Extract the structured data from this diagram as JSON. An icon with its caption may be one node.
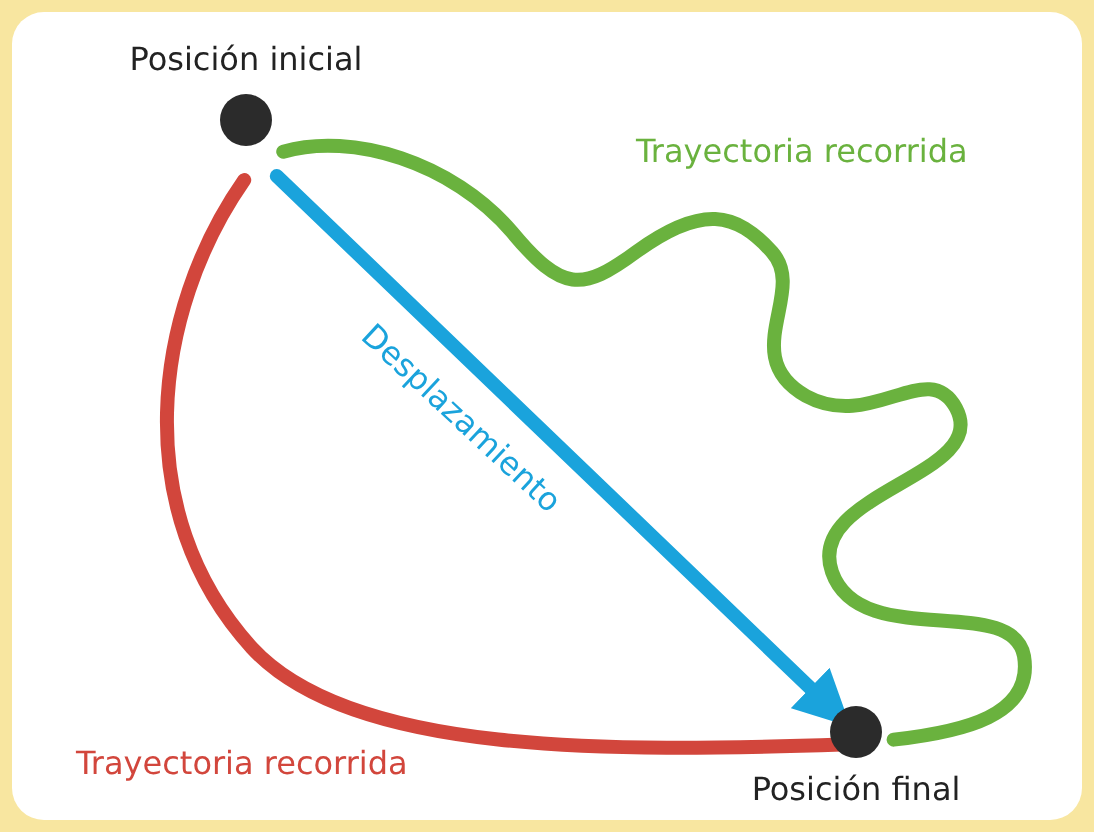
{
  "diagram": {
    "nodes": [
      {
        "text": [
          "Posición inicial"
        ]
      },
      {
        "text": [
          "Posición final"
        ]
      }
    ],
    "edges": [
      {
        "from": 0,
        "to": 1,
        "arrow": "to",
        "label": "Desplazamiento",
        "color": "#1aa3dc"
      },
      {
        "from": 0,
        "to": 1,
        "arrow": "none",
        "label": "Trayectoria recorrida",
        "color": "#6ab23e"
      },
      {
        "from": 0,
        "to": 1,
        "arrow": "none",
        "label": "Trayectoria recorrida",
        "color": "#d2463c"
      }
    ]
  }
}
